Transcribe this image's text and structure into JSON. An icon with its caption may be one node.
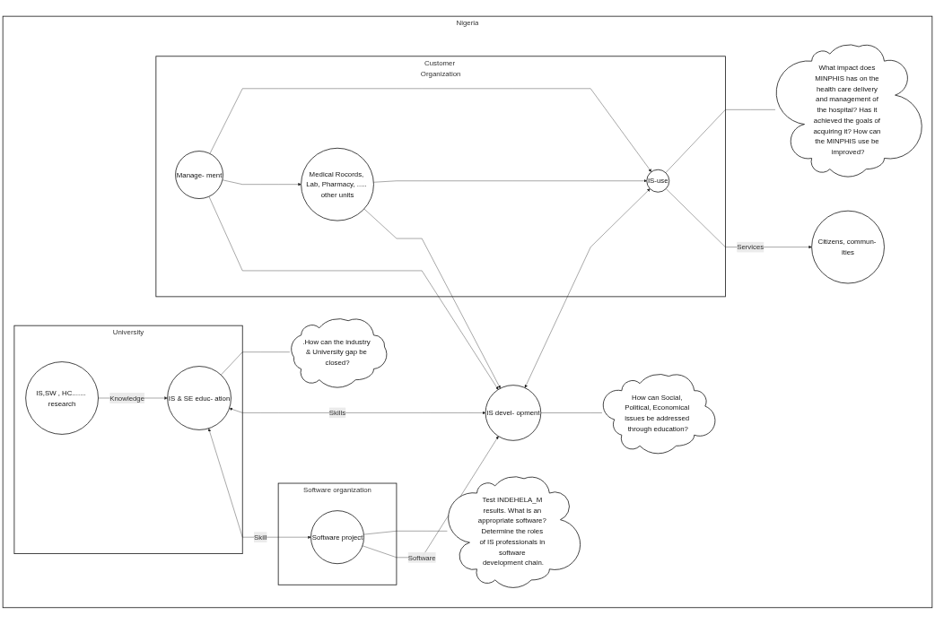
{
  "diagram": {
    "nodes": [
      {
        "text": [
          "Nigeria"
        ]
      },
      {
        "text": [
          "University"
        ],
        "in": 0
      },
      {
        "text": [
          "IS,SW , HC....... research"
        ],
        "in": 1
      },
      {
        "text": [
          "IS & SE educ- ation"
        ],
        "in": 1
      },
      {
        "text": [
          "Software organization"
        ],
        "in": 0
      },
      {
        "text": [
          "Software project"
        ],
        "in": 4
      },
      {
        "text": [
          "Customer Organization"
        ],
        "in": 0
      },
      {
        "text": [
          "Manage- ment"
        ],
        "in": 6
      },
      {
        "text": [
          "Medical Rocords, Lab, Pharmacy, ..... other units"
        ],
        "in": 6
      },
      {
        "text": [
          "IS-use"
        ],
        "in": 6
      },
      {
        "text": [
          "IS devel- opment"
        ],
        "in": 0
      },
      {
        "text": [
          "Citizens, commun- ities"
        ],
        "in": 0
      },
      {
        "text": [
          ".How can the industry & University gap be closed?"
        ],
        "in": 0
      },
      {
        "text": [
          "Test INDEHELA_M results. What is an appropriate software? Determine the roles of IS professionals in software development chain."
        ],
        "in": 0
      },
      {
        "text": [
          "How can Social, Political, Economical issues be addressed through education?"
        ],
        "in": 0
      },
      {
        "text": [
          "What impact does MINPHIS has on the health care delivery and management of the hospital? Has it achieved the goals of acquiring it? How can the MINPHIS use be improved?"
        ],
        "in": 0
      }
    ],
    "edges": [
      {
        "from": 2,
        "to": 3,
        "arrow": "to",
        "label": "Knowledge"
      },
      {
        "from": 3,
        "to": 5,
        "arrow": "both",
        "label": "Skill"
      },
      {
        "from": 5,
        "to": 10,
        "arrow": "to",
        "label": "Software"
      },
      {
        "from": 3,
        "to": 10,
        "arrow": "both",
        "label": "Skills"
      },
      {
        "from": 7,
        "to": 10,
        "arrow": "to"
      },
      {
        "from": 7,
        "to": 8,
        "arrow": "to"
      },
      {
        "from": 8,
        "to": 10,
        "arrow": "to"
      },
      {
        "from": 8,
        "to": 9,
        "arrow": "to"
      },
      {
        "from": 7,
        "to": 9,
        "arrow": "to"
      },
      {
        "from": 10,
        "to": 9,
        "arrow": "both"
      },
      {
        "from": 9,
        "to": 11,
        "arrow": "to",
        "label": "Services"
      },
      {
        "from": 3,
        "to": 12,
        "arrow": "none"
      },
      {
        "from": 5,
        "to": 13,
        "arrow": "none"
      },
      {
        "from": 10,
        "to": 14,
        "arrow": "none"
      },
      {
        "from": 9,
        "to": 15,
        "arrow": "none"
      }
    ]
  }
}
